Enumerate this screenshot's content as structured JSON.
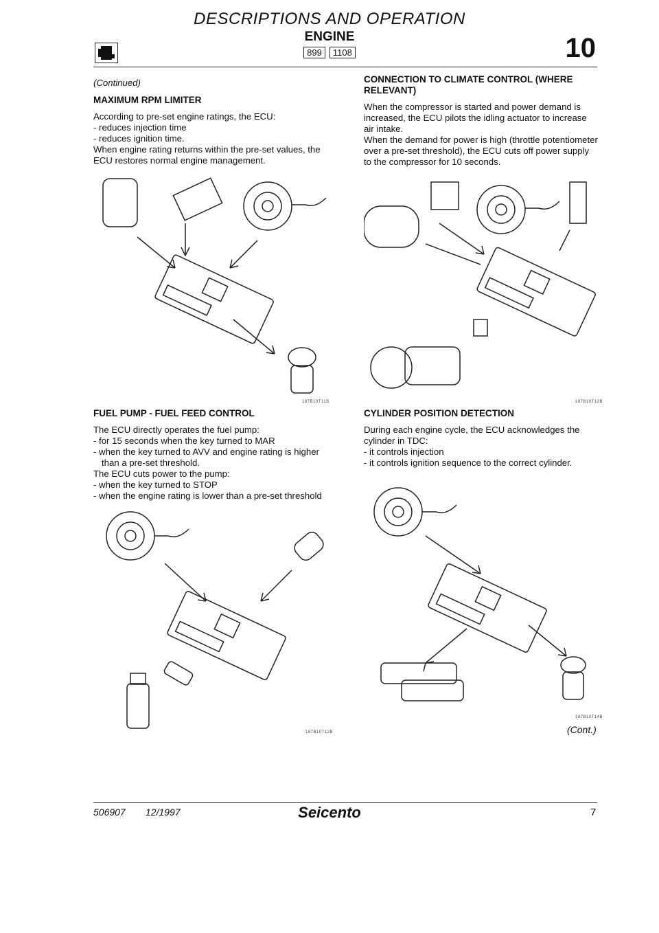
{
  "header": {
    "title": "DESCRIPTIONS AND OPERATION",
    "section": "ENGINE",
    "codes": [
      "899",
      "1108"
    ],
    "chapter": "10"
  },
  "left": {
    "continued": "(Continued)",
    "s1_title": "MAXIMUM RPM LIMITER",
    "s1_intro": "According to pre-set engine ratings, the ECU:",
    "s1_items": [
      "- reduces injection time",
      "- reduces ignition time."
    ],
    "s1_outro": "When engine rating returns within the pre-set values, the ECU restores normal engine management.",
    "fig1_code": "187B10T11B",
    "s2_title": "FUEL PUMP - FUEL FEED CONTROL",
    "s2_intro": "The ECU directly operates the fuel pump:",
    "s2_items": [
      "- for 15 seconds when  the key turned to MAR",
      "- when the key turned to AVV and engine rating is higher than a pre-set threshold."
    ],
    "s2_mid": "The ECU cuts power to the pump:",
    "s2_items2": [
      "- when the key turned to STOP",
      "- when the engine rating is lower than a pre-set threshold"
    ],
    "fig2_code": "187B10T12B"
  },
  "right": {
    "s3_title": "CONNECTION TO CLIMATE CONTROL (WHERE RELEVANT)",
    "s3_p1": "When the compressor is started and power demand is increased, the ECU pilots the idling actuator to increase air intake.",
    "s3_p2": "When the demand for power is high (throttle potentiometer over a pre-set threshold), the ECU cuts off power supply to the compressor for 10 seconds.",
    "fig3_code": "187B10T13B",
    "s4_title": "CYLINDER POSITION DETECTION",
    "s4_intro": "During each engine cycle, the ECU acknowledges the cylinder in TDC:",
    "s4_items": [
      "- it controls injection",
      "- it controls ignition sequence to the correct cylinder."
    ],
    "fig4_code": "187B10T14B",
    "cont": "(Cont.)"
  },
  "footer": {
    "doc_number": "506907",
    "date": "12/1997",
    "brand": "Seicento",
    "page": "7"
  }
}
